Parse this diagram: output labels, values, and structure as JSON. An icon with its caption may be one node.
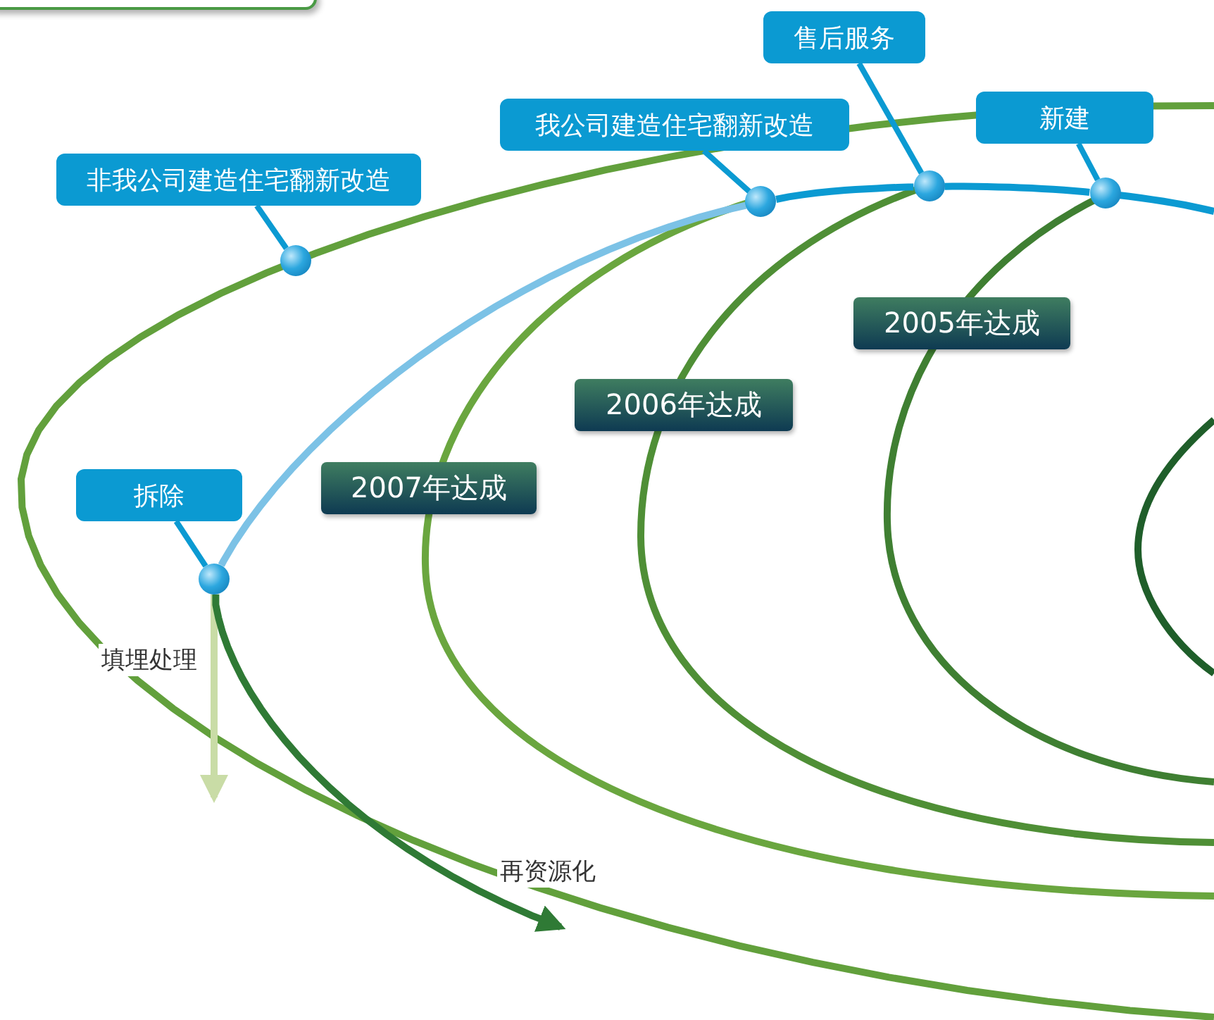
{
  "diagram": {
    "nodes": [
      {
        "text": [],
        "shape": "box"
      },
      {
        "text": [
          "售后服务"
        ]
      },
      {
        "text": [
          "我公司建造住宅翻新改造"
        ]
      },
      {
        "text": [
          "新建"
        ]
      },
      {
        "text": [
          "非我公司建造住宅翻新改造"
        ]
      },
      {
        "text": [],
        "shape": "circle"
      },
      {
        "text": [],
        "shape": "circle"
      },
      {
        "text": [],
        "shape": "circle"
      },
      {
        "text": [],
        "shape": "circle"
      },
      {
        "text": [
          "2005年达成"
        ]
      },
      {
        "text": [
          "2006年达成"
        ]
      },
      {
        "text": [
          "拆除"
        ]
      },
      {
        "text": [
          "2007年达成"
        ]
      },
      {
        "text": [],
        "shape": "circle"
      }
    ],
    "edges": [
      {
        "from": 4,
        "to": 5,
        "arrow": "none"
      },
      {
        "from": 2,
        "to": 6,
        "arrow": "none"
      },
      {
        "from": 1,
        "to": 7,
        "arrow": "none"
      },
      {
        "from": 3,
        "to": 8,
        "arrow": "none"
      },
      {
        "from": 11,
        "to": 13,
        "arrow": "none"
      },
      {
        "from": 13,
        "to": 6,
        "arrow": "none",
        "color": "#7cc2e6"
      },
      {
        "from": 6,
        "to": 7,
        "arrow": "none"
      },
      {
        "from": 7,
        "to": 8,
        "arrow": "none"
      },
      {
        "from": 13,
        "to": null,
        "arrow": "to",
        "color": "#c9dca6"
      },
      {
        "from": 13,
        "to": null,
        "arrow": "to",
        "color": "#2f7a35"
      }
    ],
    "labels": [
      "填埋处理",
      "再资源化"
    ]
  }
}
